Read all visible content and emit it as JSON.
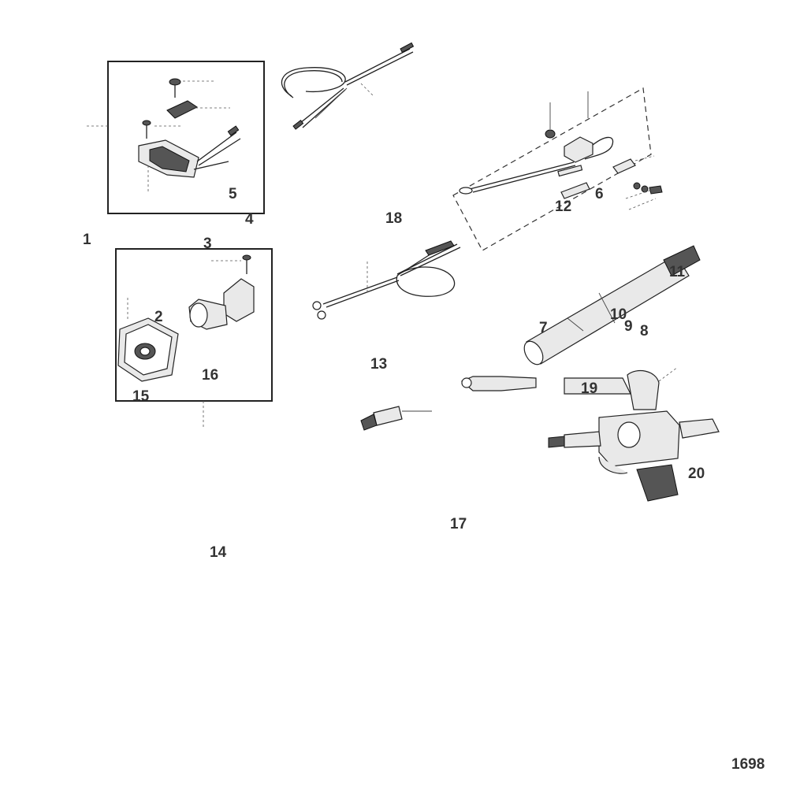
{
  "callouts": [
    "1",
    "2",
    "3",
    "4",
    "5",
    "6",
    "7",
    "8",
    "9",
    "10",
    "11",
    "12",
    "13",
    "14",
    "15",
    "16",
    "17",
    "18",
    "19",
    "20"
  ],
  "figure_id": "1698"
}
